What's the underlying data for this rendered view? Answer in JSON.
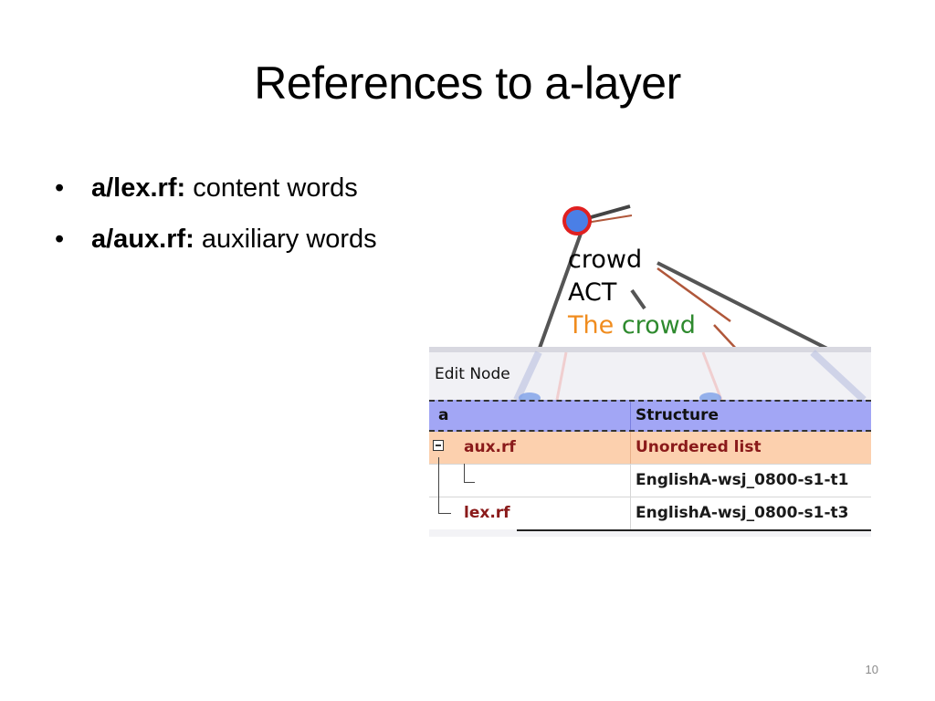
{
  "slide": {
    "title": "References to a-layer",
    "page_number": "10"
  },
  "bullets": [
    {
      "term": "a/lex.rf:",
      "text": "content words"
    },
    {
      "term": "a/aux.rf:",
      "text": "auxiliary words"
    }
  ],
  "tree": {
    "node_label": "crowd",
    "functor": "ACT",
    "word_the": "The",
    "word_crowd": "crowd"
  },
  "editor": {
    "title": "Edit Node",
    "header": {
      "col1": "a",
      "col2": "Structure"
    },
    "rows": [
      {
        "name": "aux.rf",
        "value": "Unordered list"
      },
      {
        "name": "",
        "value": "EnglishA-wsj_0800-s1-t1"
      },
      {
        "name": "lex.rf",
        "value": "EnglishA-wsj_0800-s1-t3"
      }
    ]
  },
  "colors": {
    "node_fill": "#4a7fe6",
    "node_ring": "#e02020",
    "header_bg": "#a2a6f5",
    "aux_row_bg": "#fcd0ae",
    "attr_text": "#8a1a1a",
    "word_orange": "#f08c1e",
    "word_green": "#2e8a2e"
  }
}
